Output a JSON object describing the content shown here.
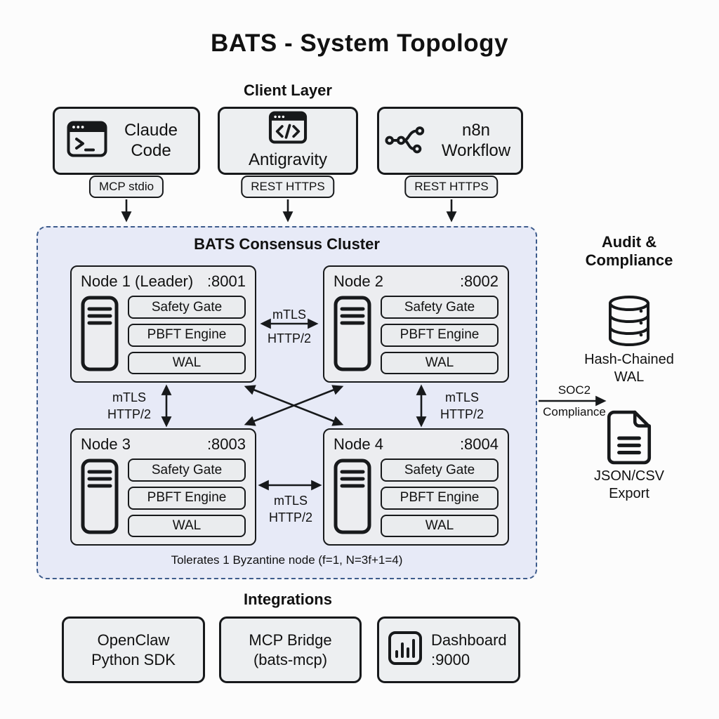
{
  "title": "BATS - System Topology",
  "client_layer": {
    "label": "Client Layer",
    "clients": [
      {
        "name": "Claude Code",
        "icon": "terminal-window-icon",
        "protocol": "MCP stdio"
      },
      {
        "name": "Antigravity",
        "icon": "code-window-icon",
        "protocol": "REST HTTPS"
      },
      {
        "name": "n8n Workflow",
        "icon": "workflow-nodes-icon",
        "protocol": "REST HTTPS"
      }
    ]
  },
  "cluster": {
    "title": "BATS Consensus Cluster",
    "nodes": [
      {
        "name": "Node 1 (Leader)",
        "port": ":8001",
        "icon": "server-icon",
        "components": [
          "Safety Gate",
          "PBFT Engine",
          "WAL"
        ]
      },
      {
        "name": "Node 2",
        "port": ":8002",
        "icon": "server-icon",
        "components": [
          "Safety Gate",
          "PBFT Engine",
          "WAL"
        ]
      },
      {
        "name": "Node 3",
        "port": ":8003",
        "icon": "server-icon",
        "components": [
          "Safety Gate",
          "PBFT Engine",
          "WAL"
        ]
      },
      {
        "name": "Node 4",
        "port": ":8004",
        "icon": "server-icon",
        "components": [
          "Safety Gate",
          "PBFT Engine",
          "WAL"
        ]
      }
    ],
    "link_label": {
      "line1": "mTLS",
      "line2": "HTTP/2"
    },
    "footnote": "Tolerates 1 Byzantine node (f=1, N=3f+1=4)"
  },
  "audit": {
    "title": "Audit & Compliance",
    "arrow_label_line1": "SOC2",
    "arrow_label_line2": "Compliance",
    "items": [
      {
        "label": "Hash-Chained WAL",
        "icon": "database-icon"
      },
      {
        "label": "JSON/CSV Export",
        "icon": "document-icon"
      }
    ]
  },
  "integrations": {
    "label": "Integrations",
    "items": [
      {
        "name": "OpenClaw Python SDK"
      },
      {
        "name": "MCP Bridge (bats-mcp)"
      },
      {
        "name": "Dashboard :9000",
        "icon": "bar-chart-icon"
      }
    ]
  },
  "colors": {
    "background": "#fcfcfc",
    "box_fill": "#edeff1",
    "box_border": "#17191b",
    "cluster_fill": "#e7eaf7",
    "cluster_border": "#3e5c8c",
    "arrow": "#17191b",
    "text": "#111111"
  }
}
